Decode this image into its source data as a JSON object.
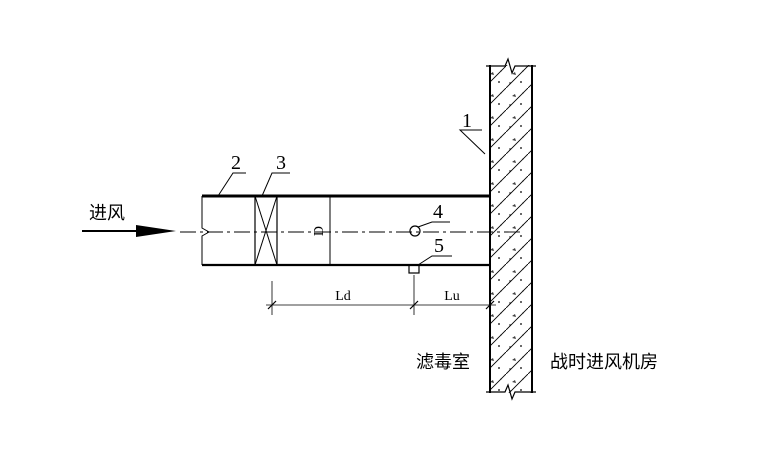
{
  "labels": {
    "wall": "1",
    "duct": "2",
    "damper": "3",
    "port_top": "4",
    "port_bottom": "5"
  },
  "dimensions": {
    "diameter": "D",
    "downstream_length": "Ld",
    "upstream_length": "Lu"
  },
  "text": {
    "intake": "进风",
    "filter_room": "滤毒室",
    "fan_room": "战时进风机房"
  },
  "colors": {
    "line": "#000000",
    "background": "#ffffff"
  }
}
